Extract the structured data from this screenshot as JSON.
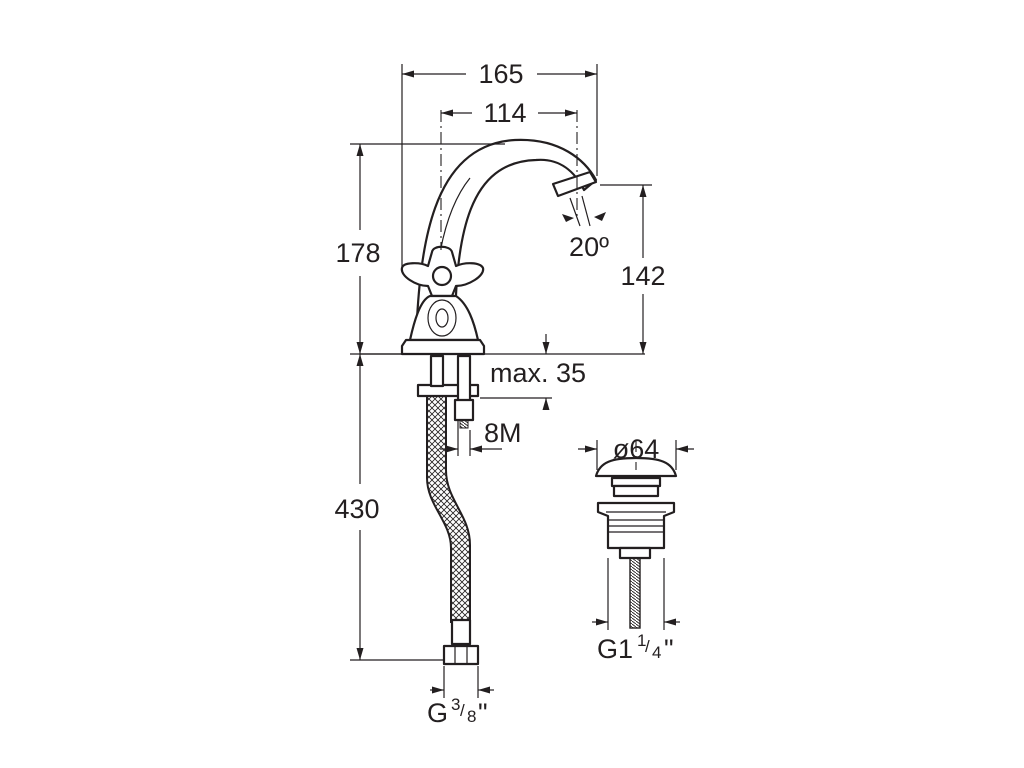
{
  "dimensions": {
    "overall_width": "165",
    "spout_reach": "114",
    "height_total": "178",
    "spout_height": "142",
    "spout_angle": "20º",
    "deck_thickness": "max. 35",
    "thread_stud": "8M",
    "hose_length": "430",
    "hose_thread": {
      "base": "G",
      "num": "3",
      "den": "8",
      "unit": "\""
    },
    "waste_diameter": "ø64",
    "waste_thread": {
      "base": "G1",
      "num": "1",
      "den": "4",
      "unit": "\""
    }
  }
}
